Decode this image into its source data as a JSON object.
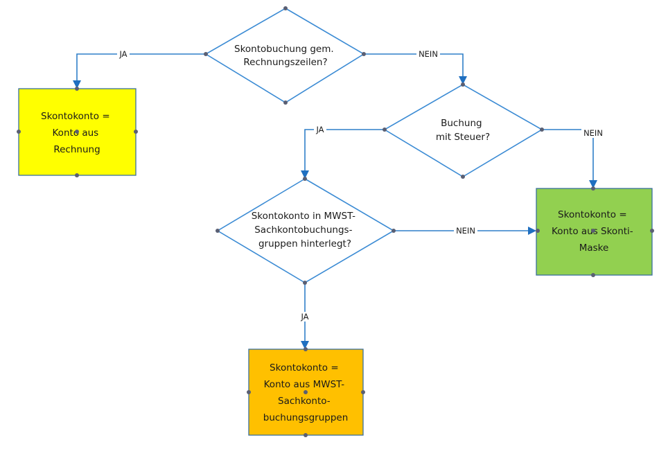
{
  "diagram": {
    "type": "flowchart",
    "colors": {
      "connector": "#2f7fc8",
      "diamond_border": "#3b8bd4",
      "yellow_box": "#ffff00",
      "green_box": "#92d050",
      "orange_box": "#ffc000"
    },
    "decisions": [
      {
        "id": "d1",
        "lines": [
          "Skontobuchung gem.",
          "Rechnungszeilen?"
        ]
      },
      {
        "id": "d2",
        "lines": [
          "Buchung",
          "mit Steuer?"
        ]
      },
      {
        "id": "d3",
        "lines": [
          "Skontokonto in MWST-",
          "Sachkontobuchungs-",
          "gruppen hinterlegt?"
        ]
      }
    ],
    "results": [
      {
        "id": "r1",
        "lines": [
          "Skontokonto =",
          "Konto aus",
          "Rechnung"
        ]
      },
      {
        "id": "r2",
        "lines": [
          "Skontokonto =",
          "Konto aus Skonti-",
          "Maske"
        ]
      },
      {
        "id": "r3",
        "lines": [
          "Skontokonto =",
          "Konto aus MWST-",
          "Sachkonto-",
          "buchungsgruppen"
        ]
      }
    ],
    "edges": [
      {
        "from": "d1",
        "to": "r1",
        "label": "JA"
      },
      {
        "from": "d1",
        "to": "d2",
        "label": "NEIN"
      },
      {
        "from": "d2",
        "to": "d3",
        "label": "JA"
      },
      {
        "from": "d2",
        "to": "r2",
        "label": "NEIN"
      },
      {
        "from": "d3",
        "to": "r2",
        "label": "NEIN"
      },
      {
        "from": "d3",
        "to": "r3",
        "label": "JA"
      }
    ]
  }
}
